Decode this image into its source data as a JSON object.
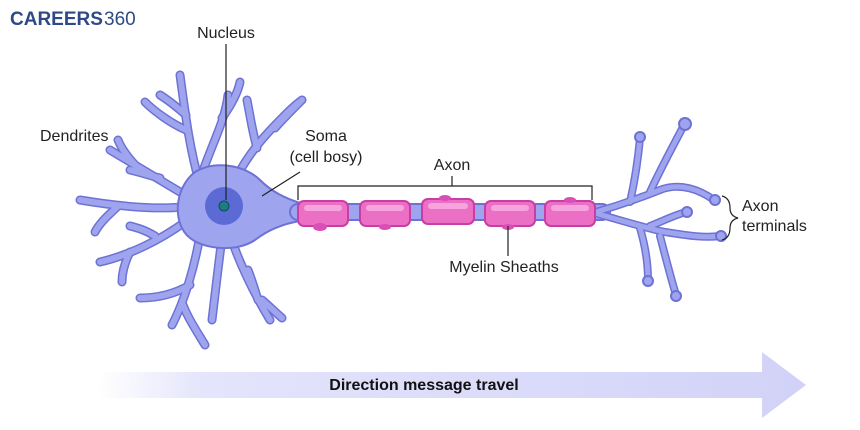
{
  "brand": {
    "main": "CAREERS",
    "number": "360"
  },
  "labels": {
    "nucleus": "Nucleus",
    "dendrites": "Dendrites",
    "soma_line1": "Soma",
    "soma_line2": "(cell bosy)",
    "axon": "Axon",
    "myelin": "Myelin Sheaths",
    "terminals_line1": "Axon",
    "terminals_line2": "terminals"
  },
  "arrow": {
    "text": "Direction message travel"
  },
  "colors": {
    "neuron": "#9ea4ee",
    "neuron_stroke": "#6d72d4",
    "nucleus_halo": "#5c6ad6",
    "nucleus_core": "#1f7c82",
    "myelin": "#ec6fc6",
    "myelin_stroke": "#c83ea4",
    "arrow": "#dcdcfb",
    "brand": "#2e4a86"
  }
}
